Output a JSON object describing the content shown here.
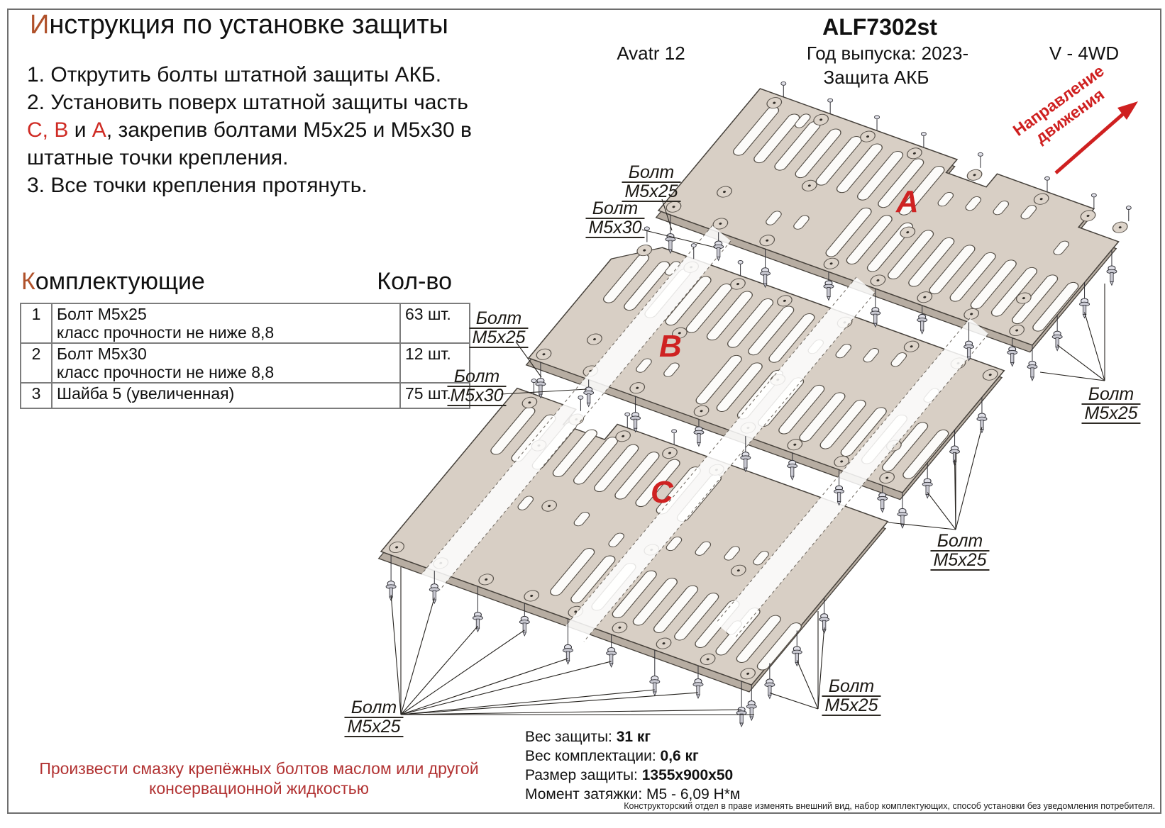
{
  "colors": {
    "accent_brown": "#b0512a",
    "accent_red": "#cf2b24",
    "arrow_red": "#cf2020",
    "warning_red": "#b23333",
    "plate_fill": "#d8cfc5",
    "plate_thickness_fill": "#b7ada2",
    "plate_stroke": "#46413b",
    "slot_fill": "#fcfbf9",
    "line_color": "#26231f"
  },
  "header": {
    "title_first_letter": "И",
    "title_rest": "нструкция по установке защиты",
    "part_code": "ALF7302st",
    "car_model": "Avatr 12",
    "year_label": "Год выпуска: 2023-",
    "drivetrain": "V - 4WD",
    "product_name": "Защита АКБ"
  },
  "direction_arrow": {
    "line1": "Направление",
    "line2": "движения"
  },
  "instructions": {
    "step1": "1. Открутить болты штатной защиты АКБ.",
    "step2_line1": "2. Установить поверх штатной защиты часть",
    "step2_red1": "С, В",
    "step2_mid": " и ",
    "step2_red2": "А",
    "step2_rest": ", закрепив болтами М5х25 и М5х30 в",
    "step2_line3": "штатные точки крепления.",
    "step3": "3. Все точки крепления протянуть."
  },
  "components": {
    "title_first_letter": "К",
    "title_rest": "омплектующие",
    "qty_header": "Кол-во",
    "rows": [
      {
        "num": "1",
        "name": "Болт М5х25",
        "note": "класс прочности не ниже 8,8",
        "qty": "63 шт."
      },
      {
        "num": "2",
        "name": "Болт М5х30",
        "note": "класс прочности не ниже 8,8",
        "qty": "12 шт."
      },
      {
        "num": "3",
        "name": "Шайба 5 (увеличенная)",
        "note": "",
        "qty": "75 шт."
      }
    ]
  },
  "diagram": {
    "plate_letters": {
      "a": "A",
      "b": "B",
      "c": "C"
    },
    "bolt_labels": [
      {
        "line1": "Болт",
        "line2": "М5х25"
      },
      {
        "line1": "Болт",
        "line2": "М5х30"
      },
      {
        "line1": "Болт",
        "line2": "М5х25"
      },
      {
        "line1": "Болт",
        "line2": "М5х30"
      },
      {
        "line1": "Болт",
        "line2": "М5х25"
      },
      {
        "line1": "Болт",
        "line2": "М5х25"
      },
      {
        "line1": "Болт",
        "line2": "М5х25"
      },
      {
        "line1": "Болт",
        "line2": "М5х25"
      }
    ]
  },
  "specs": {
    "weight_label": "Вес защиты: ",
    "weight_value": "31 кг",
    "kit_weight_label": "Вес комплектации: ",
    "kit_weight_value": "0,6 кг",
    "size_label": "Размер защиты: ",
    "size_value": "1355х900х50",
    "torque_label": "Момент затяжки: ",
    "torque_value": "М5 - 6,09 Н*м"
  },
  "warning": {
    "line1": "Произвести смазку крепёжных болтов маслом или другой",
    "line2": "консервационной жидкостью"
  },
  "footer_note": "Конструкторский отдел в праве изменять внешний вид, набор комплектующих, способ установки без уведомления потребителя."
}
